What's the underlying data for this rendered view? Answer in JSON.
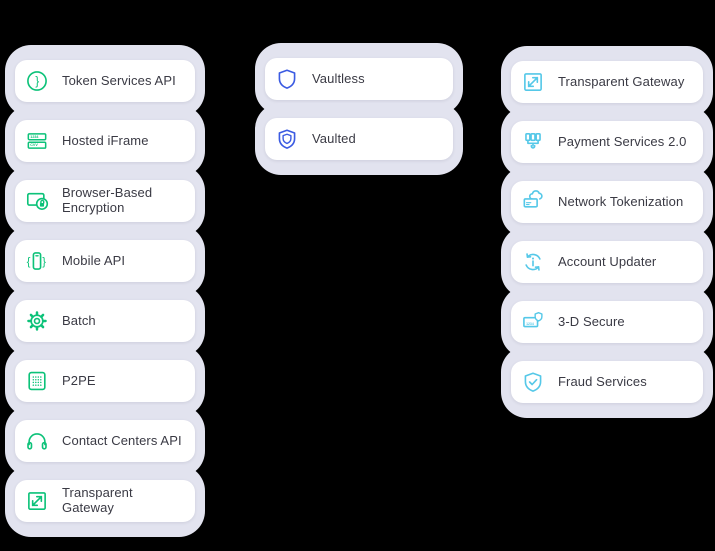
{
  "page": {
    "background": "#000000",
    "pillow_color": "#E2E3EF",
    "card_color": "#FFFFFF",
    "text_color": "#3A3A44"
  },
  "columns": [
    {
      "name": "apis",
      "accent": "#0CC279",
      "items": [
        {
          "label": "Token Services API",
          "icon": "token-circle-brace-icon",
          "icon_text": "}"
        },
        {
          "label": "Hosted iFrame",
          "icon": "card-fields-icon",
          "icon_texts": [
            "1234",
            "CVV"
          ]
        },
        {
          "label": "Browser-Based Encryption",
          "icon": "browser-lock-icon"
        },
        {
          "label": "Mobile API",
          "icon": "mobile-braces-icon",
          "icon_texts": [
            "{",
            "}"
          ]
        },
        {
          "label": "Batch",
          "icon": "gear-icon"
        },
        {
          "label": "P2PE",
          "icon": "keypad-grid-icon"
        },
        {
          "label": "Contact Centers API",
          "icon": "headset-icon"
        },
        {
          "label": "Transparent Gateway",
          "icon": "expand-arrow-icon"
        }
      ]
    },
    {
      "name": "vault",
      "accent": "#3B5BE2",
      "items": [
        {
          "label": "Vaultless",
          "icon": "shield-outline-icon"
        },
        {
          "label": "Vaulted",
          "icon": "shield-nested-icon"
        }
      ]
    },
    {
      "name": "services",
      "accent": "#55C8E8",
      "items": [
        {
          "label": "Transparent Gateway",
          "icon": "expand-arrow-icon"
        },
        {
          "label": "Payment Services 2.0",
          "icon": "connector-ports-icon"
        },
        {
          "label": "Network Tokenization",
          "icon": "card-cloud-icon"
        },
        {
          "label": "Account Updater",
          "icon": "refresh-info-icon"
        },
        {
          "label": "3-D Secure",
          "icon": "card-shield-icon",
          "icon_text": "1234"
        },
        {
          "label": "Fraud Services",
          "icon": "shield-check-icon"
        }
      ]
    }
  ]
}
